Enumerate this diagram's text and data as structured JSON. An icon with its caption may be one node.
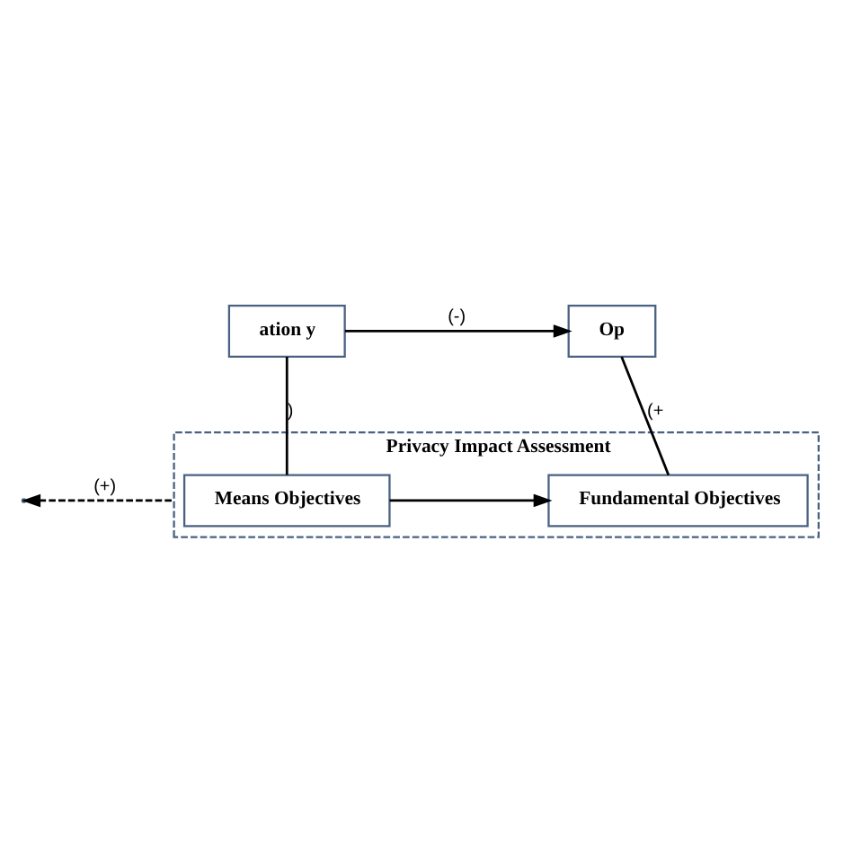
{
  "diagram": {
    "nodes": [
      {
        "text": [
          "ation y"
        ]
      },
      {
        "text": [
          "Op"
        ]
      },
      {
        "text": [
          "Privacy Impact Assessment"
        ]
      },
      {
        "text": [
          "Means Objectives"
        ],
        "in": 2
      },
      {
        "text": [
          "Fundamental Objectives"
        ],
        "in": 2
      }
    ],
    "edges": [
      {
        "from": 0,
        "to": 1,
        "arrow": "to",
        "label": "(-)"
      },
      {
        "from": 2,
        "to": null,
        "arrow": "to",
        "style": "dashed",
        "label": "(+)"
      },
      {
        "from": 0,
        "to": 3,
        "arrow": "none",
        "label": ")"
      },
      {
        "from": 4,
        "to": 1,
        "arrow": "none",
        "label": "(+"
      },
      {
        "from": 3,
        "to": 4,
        "arrow": "to"
      }
    ]
  }
}
